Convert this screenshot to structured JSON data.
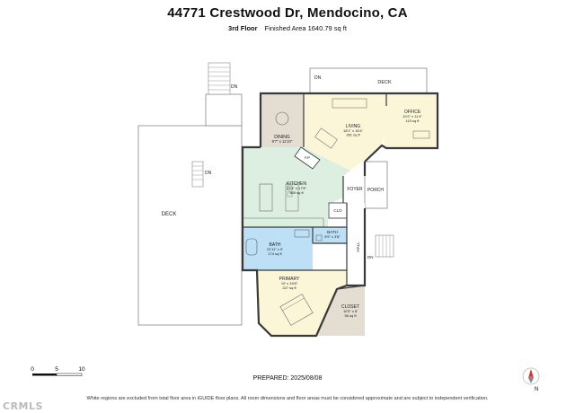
{
  "title": "44771 Crestwood Dr, Mendocino, CA",
  "floor": {
    "name": "3rd Floor",
    "finished_area": "Finished Area 1640.79 sq ft"
  },
  "rooms": {
    "dining": {
      "name": "DINING",
      "dims": "9'7\" x 11'10\""
    },
    "living": {
      "name": "LIVING",
      "dims": "18'1\" x 16'4\"",
      "area": "281 sq ft"
    },
    "office": {
      "name": "OFFICE",
      "dims": "10'2\" x 11'4\"",
      "area": "115 sq ft"
    },
    "kitchen": {
      "name": "KITCHEN",
      "dims": "23'4\" x 17'8\"",
      "area": "355 sq ft"
    },
    "bath_main": {
      "name": "BATH",
      "dims": "22'11\" x 9'",
      "area": "174 sq ft"
    },
    "bath_small": {
      "name": "BATH",
      "dims": "5'9\" x 3'8\""
    },
    "primary": {
      "name": "PRIMARY",
      "dims": "19' x 15'8\"",
      "area": "227 sq ft"
    },
    "closet": {
      "name": "CLOSET",
      "dims": "10'5\" x 8'",
      "area": "56 sq ft"
    },
    "foyer": "FOYER",
    "porch": "PORCH",
    "hall": "HALL",
    "clo": "CLO",
    "fp": "F/P",
    "deck_large": "DECK",
    "deck_top": "DECK"
  },
  "dn_labels": [
    "DN",
    "DN",
    "DN",
    "DN"
  ],
  "scale": {
    "labels": [
      "0",
      "5",
      "10"
    ]
  },
  "prepared": "PREPARED: 2025/08/08",
  "footer_note": "White regions are excluded from total floor area in iGUIDE floor plans. All room dimensions and floor areas must be considered approximate and are subject to independent verification.",
  "watermark": "CRMLS",
  "compass_label": "N",
  "colors": {
    "dining": "#e4ddd2",
    "living": "#fbf6d8",
    "office": "#fbf6d8",
    "kitchen": "#dcefe0",
    "bath": "#bde0f7",
    "primary": "#fbf6d8",
    "closet": "#e4ddd2",
    "wall": "#3a3a3a",
    "compass": "#d9342b"
  }
}
